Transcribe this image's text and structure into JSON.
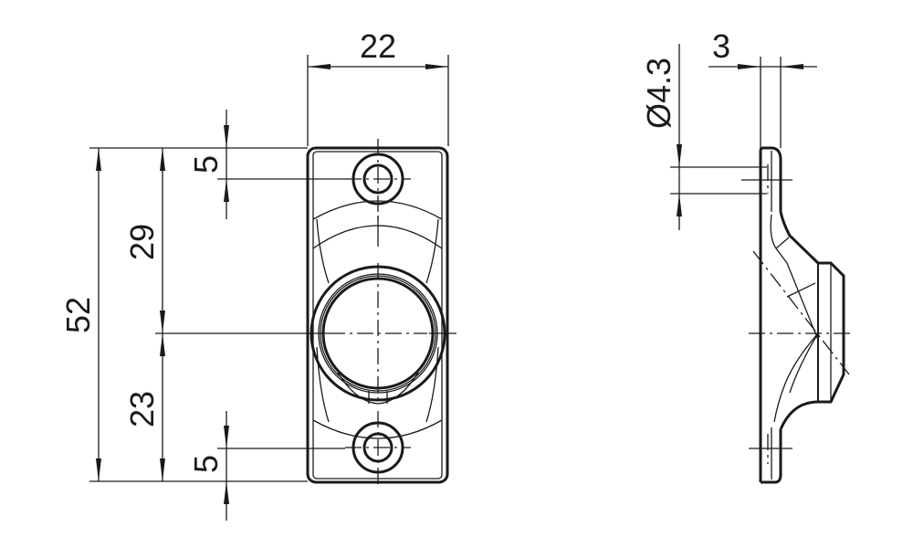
{
  "drawing": {
    "title": "Strike plate technical drawing",
    "views": [
      "front-view",
      "side-view"
    ],
    "colors": {
      "line": "#1a1a1a",
      "background": "#ffffff"
    },
    "front_view": {
      "dimensions": {
        "width": "22",
        "total_height": "52",
        "upper_to_center": "29",
        "lower_to_center": "23",
        "top_hole_offset": "5",
        "bottom_hole_offset": "5"
      }
    },
    "side_view": {
      "dimensions": {
        "thickness": "3",
        "hole_diameter": "Ø4.3"
      }
    }
  }
}
